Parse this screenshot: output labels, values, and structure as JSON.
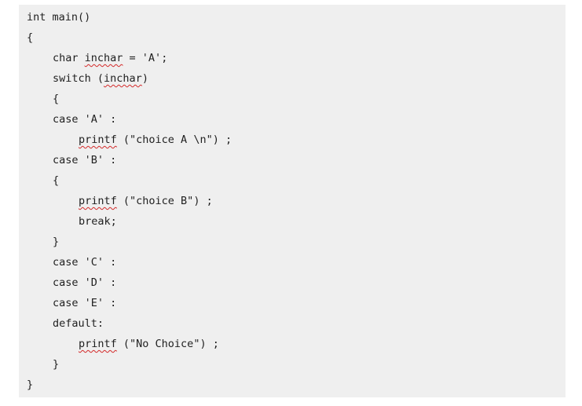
{
  "code_block": {
    "lines": [
      {
        "indent": 0,
        "segments": [
          {
            "text": "int main()"
          }
        ]
      },
      {
        "indent": 0,
        "segments": [
          {
            "text": "{"
          }
        ]
      },
      {
        "indent": 1,
        "segments": [
          {
            "text": "char "
          },
          {
            "text": "inchar",
            "spell": true
          },
          {
            "text": " = 'A';"
          }
        ]
      },
      {
        "indent": 1,
        "segments": [
          {
            "text": "switch ("
          },
          {
            "text": "inchar",
            "spell": true
          },
          {
            "text": ")"
          }
        ]
      },
      {
        "indent": 1,
        "segments": [
          {
            "text": "{"
          }
        ]
      },
      {
        "indent": 1,
        "segments": [
          {
            "text": "case 'A' :"
          }
        ]
      },
      {
        "indent": 2,
        "segments": [
          {
            "text": "printf",
            "spell": true
          },
          {
            "text": " (\"choice A \\n\") ;"
          }
        ]
      },
      {
        "indent": 1,
        "segments": [
          {
            "text": "case 'B' :"
          }
        ]
      },
      {
        "indent": 1,
        "segments": [
          {
            "text": "{"
          }
        ]
      },
      {
        "indent": 2,
        "segments": [
          {
            "text": "printf",
            "spell": true
          },
          {
            "text": " (\"choice B\") ;"
          }
        ]
      },
      {
        "indent": 2,
        "segments": [
          {
            "text": "break;"
          }
        ]
      },
      {
        "indent": 1,
        "segments": [
          {
            "text": "}"
          }
        ]
      },
      {
        "indent": 1,
        "segments": [
          {
            "text": "case 'C' :"
          }
        ]
      },
      {
        "indent": 1,
        "segments": [
          {
            "text": "case 'D' :"
          }
        ]
      },
      {
        "indent": 1,
        "segments": [
          {
            "text": "case 'E' :"
          }
        ]
      },
      {
        "indent": 1,
        "segments": [
          {
            "text": "default:"
          }
        ]
      },
      {
        "indent": 2,
        "segments": [
          {
            "text": "printf",
            "spell": true
          },
          {
            "text": " (\"No Choice\") ;"
          }
        ]
      },
      {
        "indent": 1,
        "segments": [
          {
            "text": "}"
          }
        ]
      },
      {
        "indent": 0,
        "segments": [
          {
            "text": "}"
          }
        ]
      }
    ]
  }
}
